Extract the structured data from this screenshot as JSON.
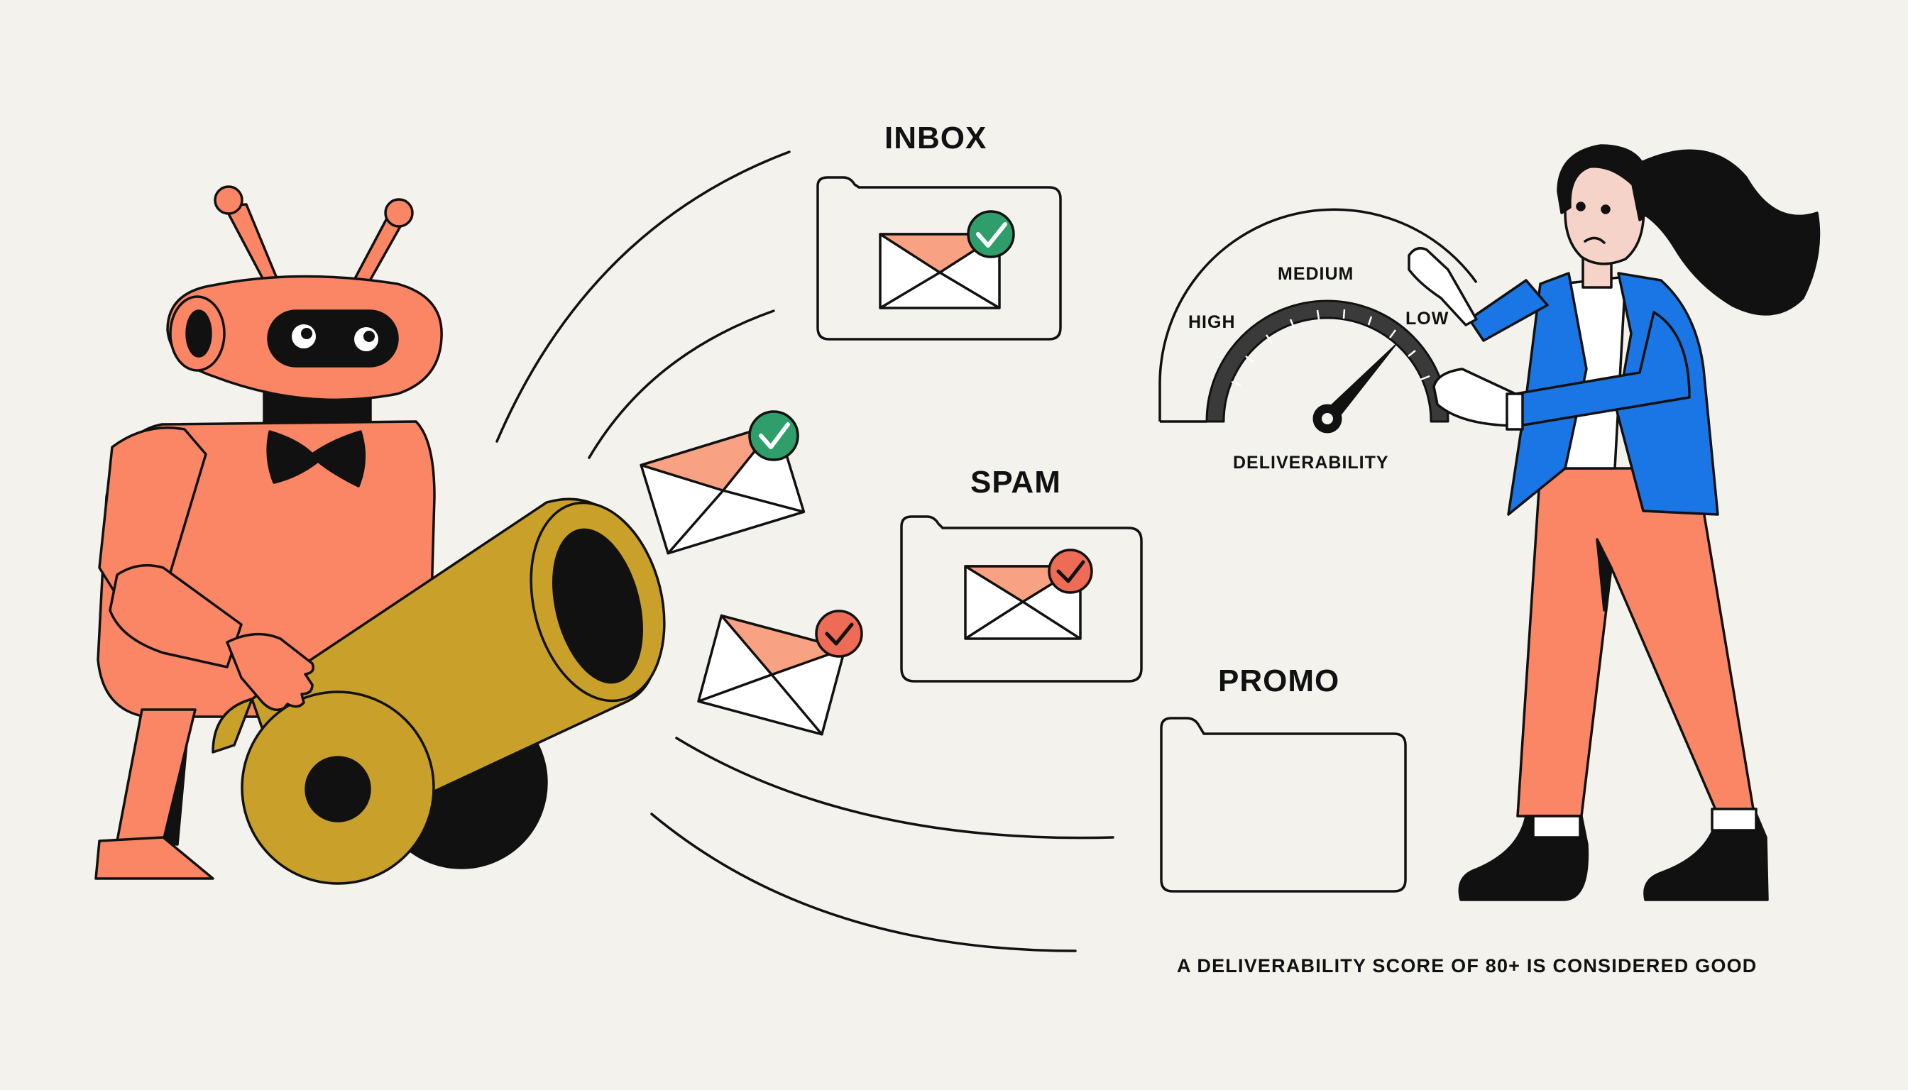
{
  "folders": {
    "inbox": "INBOX",
    "spam": "SPAM",
    "promo": "PROMO"
  },
  "gauge": {
    "title": "DELIVERABILITY",
    "high": "HIGH",
    "medium": "MEDIUM",
    "low": "LOW"
  },
  "caption": "A DELIVERABILITY SCORE OF 80+ IS CONSIDERED GOOD",
  "icons": {
    "robot": "robot-icon",
    "cannon": "cannon-icon",
    "envelope": "envelope-icon",
    "check": "check-badge-icon",
    "folder": "folder-icon",
    "gauge": "gauge-icon",
    "person": "woman-icon"
  },
  "colors": {
    "background": "#f3f2ed",
    "robot": "#fa8666",
    "cannon": "#c9a12a",
    "success": "#2f9e6a",
    "failure": "#ee6b55",
    "jacket": "#1a76e4",
    "trousers": "#fa8666",
    "envelope_flap": "#f9a283",
    "outline": "#111111"
  }
}
